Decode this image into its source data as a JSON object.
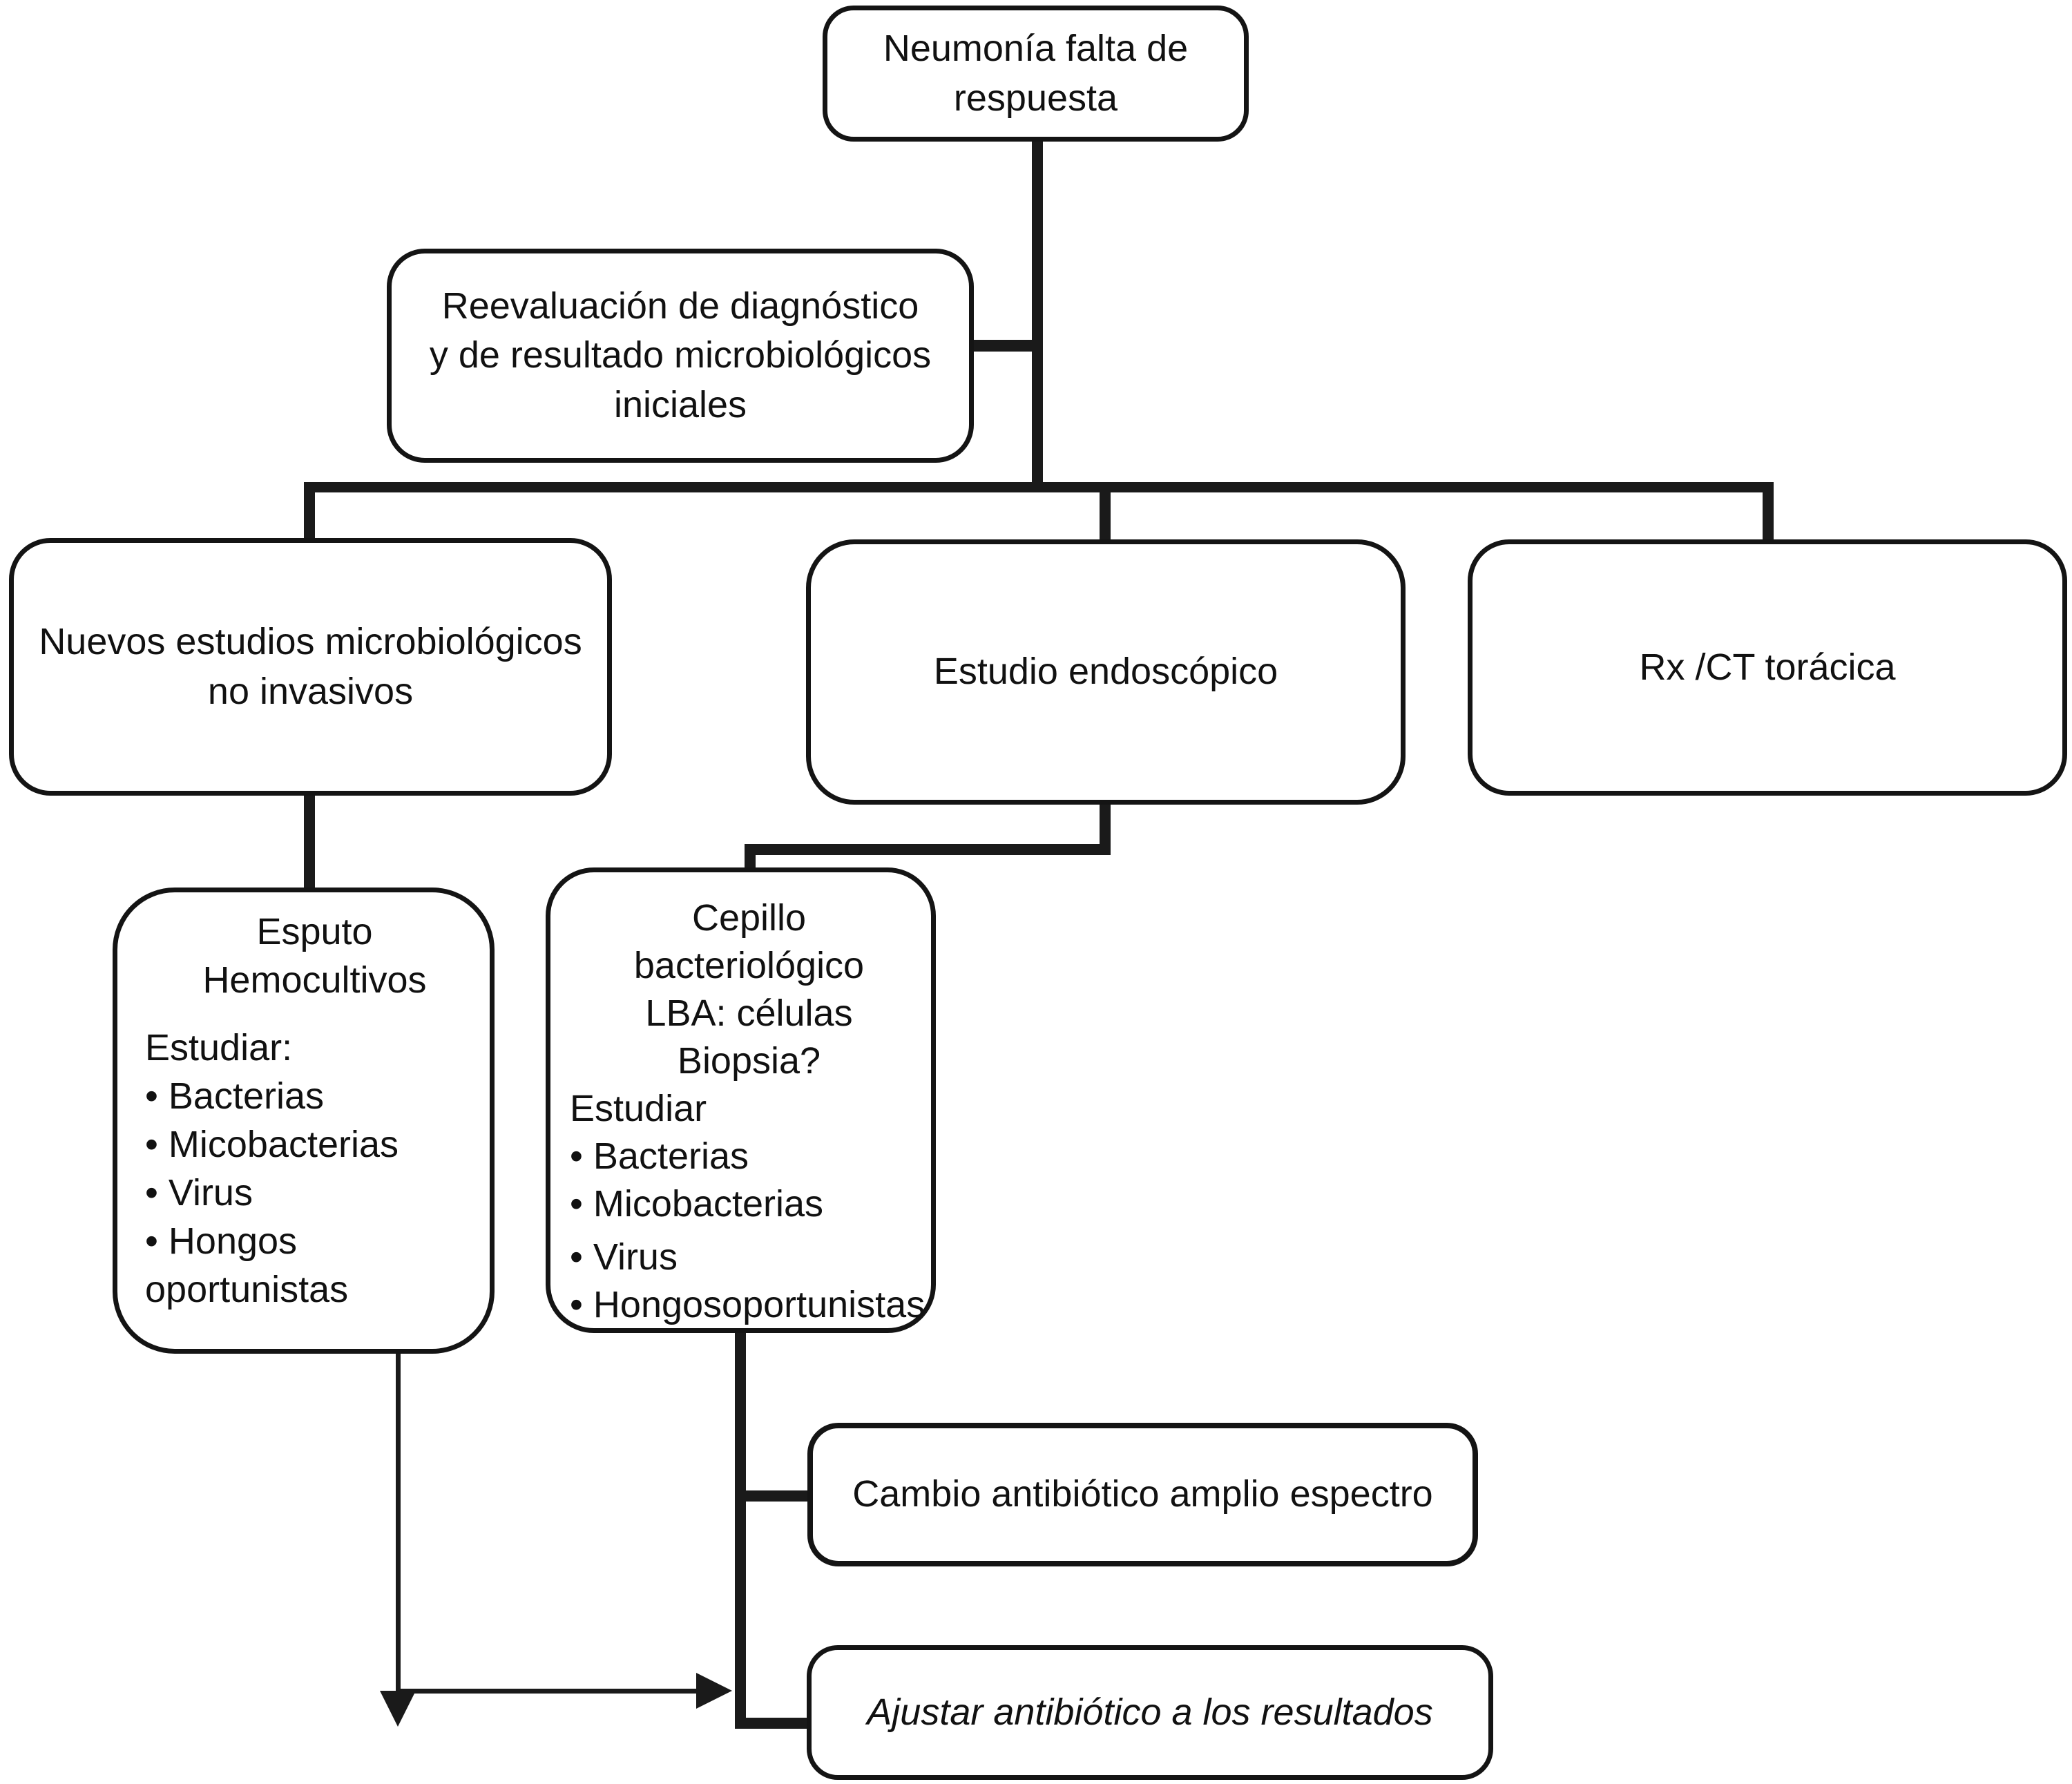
{
  "diagram": {
    "title": "Algoritmo neumonía falta de respuesta",
    "colors": {
      "background": "#ffffff",
      "line": "#1a1a1a",
      "text": "#111111"
    },
    "boxes": {
      "neumonia": {
        "lines": [
          "Neumonía falta de",
          "respuesta"
        ]
      },
      "reevaluacion": {
        "lines": [
          "Reevaluación de diagnóstico",
          "y de resultado microbiológicos",
          "iniciales"
        ]
      },
      "nuevos": {
        "lines": [
          "Nuevos estudios microbiológicos",
          "no invasivos"
        ]
      },
      "endoscopico": {
        "label": "Estudio endoscópico"
      },
      "rxct": {
        "label": "Rx /CT torácica"
      },
      "esputo": {
        "title_lines": [
          "Esputo",
          "Hemocultivos"
        ],
        "subtitle": "Estudiar:",
        "items": [
          "• Bacterias",
          "• Micobacterias",
          "• Virus",
          "• Hongos"
        ],
        "overflow_line": "oportunistas"
      },
      "cepillo": {
        "title_lines": [
          "Cepillo",
          "bacteriológico",
          "LBA: células",
          "Biopsia?"
        ],
        "subtitle": "Estudiar",
        "items": [
          "• Bacterias",
          "• Micobacterias",
          "• Virus",
          "• Hongosoportunistas"
        ]
      },
      "cambio": {
        "label": "Cambio antibiótico amplio espectro"
      },
      "ajustar": {
        "label": "Ajustar antibiótico a los resultados"
      }
    }
  }
}
